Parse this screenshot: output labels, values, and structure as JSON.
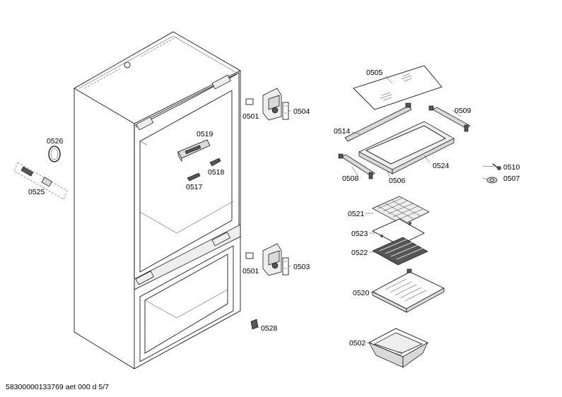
{
  "labels": {
    "p0505": "0505",
    "p0509": "0509",
    "p0514": "0514",
    "p0524": "0524",
    "p0508": "0508",
    "p0506": "0506",
    "p0510": "0510",
    "p0507": "0507",
    "p0521": "0521",
    "p0523": "0523",
    "p0522": "0522",
    "p0520": "0520",
    "p0502": "0502",
    "p0526": "0526",
    "p0525": "0525",
    "p0519": "0519",
    "p0518": "0518",
    "p0517": "0517",
    "p0501a": "0501",
    "p0504": "0504",
    "p0501b": "0501",
    "p0503": "0503",
    "p0528": "0528"
  },
  "footer": "58300000133769 aet 000 d 5/7"
}
